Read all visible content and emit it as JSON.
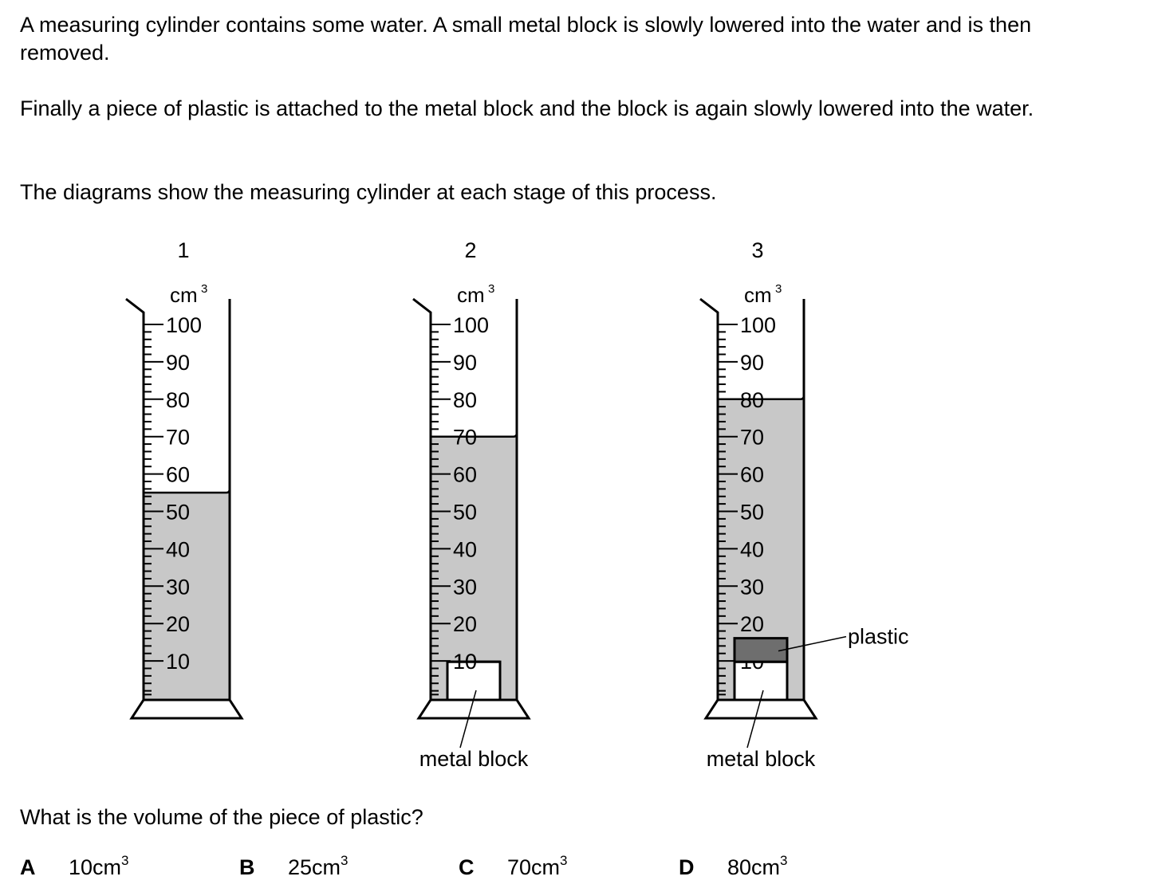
{
  "text": {
    "intro": "A measuring cylinder contains some water. A small metal block is slowly lowered into the water and is then removed.",
    "step2": "Finally a piece of plastic is attached to the metal block and the block is again slowly lowered into the water.",
    "step3": "The diagrams show the measuring cylinder at each stage of this process.",
    "question": "What is the volume of the piece of plastic?"
  },
  "diagram": {
    "unit": "cm",
    "unit_power": "3",
    "scale_labels": [
      "100",
      "90",
      "80",
      "70",
      "60",
      "50",
      "40",
      "30",
      "20",
      "10"
    ],
    "scale_max": 100,
    "minor_step": 2,
    "colors": {
      "water": "#c8c8c8",
      "plastic": "#6e6e6e",
      "block": "#ffffff",
      "outline": "#000000"
    },
    "cylinders": [
      {
        "number": "1",
        "water_level": 55,
        "has_block": false,
        "has_plastic": false
      },
      {
        "number": "2",
        "water_level": 70,
        "has_block": true,
        "has_plastic": false
      },
      {
        "number": "3",
        "water_level": 80,
        "has_block": true,
        "has_plastic": true
      }
    ],
    "labels": {
      "metal_block": "metal block",
      "plastic": "plastic"
    }
  },
  "options": [
    {
      "letter": "A",
      "value": "10",
      "unit": "cm",
      "power": "3"
    },
    {
      "letter": "B",
      "value": "25",
      "unit": "cm",
      "power": "3"
    },
    {
      "letter": "C",
      "value": "70",
      "unit": "cm",
      "power": "3"
    },
    {
      "letter": "D",
      "value": "80",
      "unit": "cm",
      "power": "3"
    }
  ]
}
